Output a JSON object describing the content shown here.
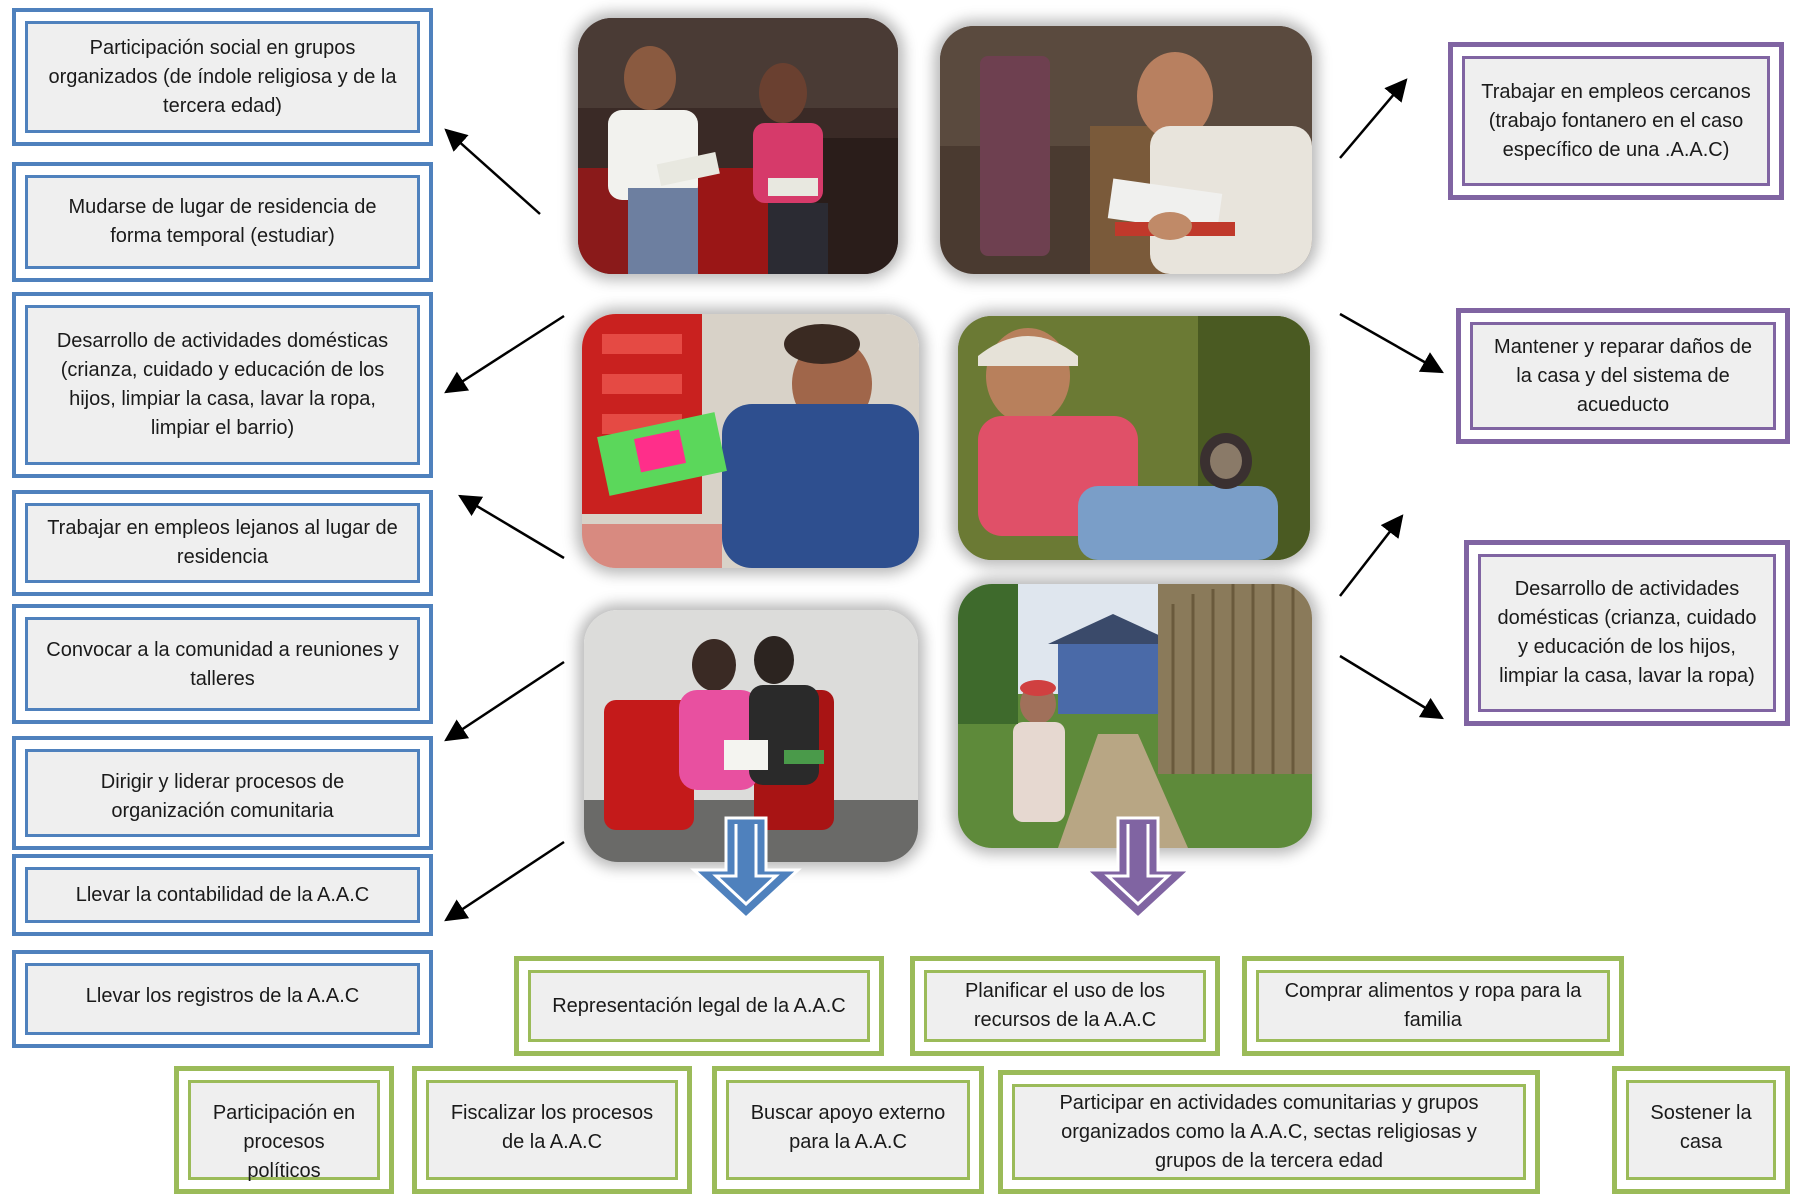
{
  "left_boxes": [
    {
      "text": "Participación social en grupos organizados (de índole religiosa y de la tercera edad)"
    },
    {
      "text": "Mudarse  de lugar de residencia de forma temporal (estudiar)"
    },
    {
      "text": "Desarrollo de actividades domésticas (crianza, cuidado y educación de los hijos, limpiar la casa, lavar la ropa, limpiar el  barrio)"
    },
    {
      "text": "Trabajar en empleos lejanos al lugar de residencia"
    },
    {
      "text": "Convocar a la comunidad a reuniones y talleres"
    },
    {
      "text": "Dirigir  y liderar procesos de organización comunitaria"
    },
    {
      "text": "Llevar la contabilidad de la A.A.C"
    },
    {
      "text": "Llevar los registros de la A.A.C"
    }
  ],
  "right_boxes": [
    {
      "text": "Trabajar en empleos cercanos (trabajo fontanero en el caso específico de una .A.A.C)"
    },
    {
      "text": "Mantener y reparar daños de la casa y del sistema de acueducto"
    },
    {
      "text": "Desarrollo de actividades domésticas (crianza, cuidado y educación de los hijos, limpiar la casa, lavar la ropa)"
    }
  ],
  "bottom_boxes": [
    {
      "text": "Representación legal de la A.A.C"
    },
    {
      "text": "Planificar el uso de los recursos de la A.A.C"
    },
    {
      "text": "Comprar alimentos y ropa para la familia"
    },
    {
      "text": "Participación en procesos políticos"
    },
    {
      "text": "Fiscalizar los procesos de la A.A.C"
    },
    {
      "text": "Buscar apoyo externo para la A.A.C"
    },
    {
      "text": "Participar en actividades comunitarias y grupos organizados como la A.A.C, sectas religiosas y grupos de la tercera edad"
    },
    {
      "text": "Sostener la casa"
    }
  ],
  "colors": {
    "women": "#4f81bd",
    "men": "#8064a2",
    "shared": "#9bbb59"
  }
}
